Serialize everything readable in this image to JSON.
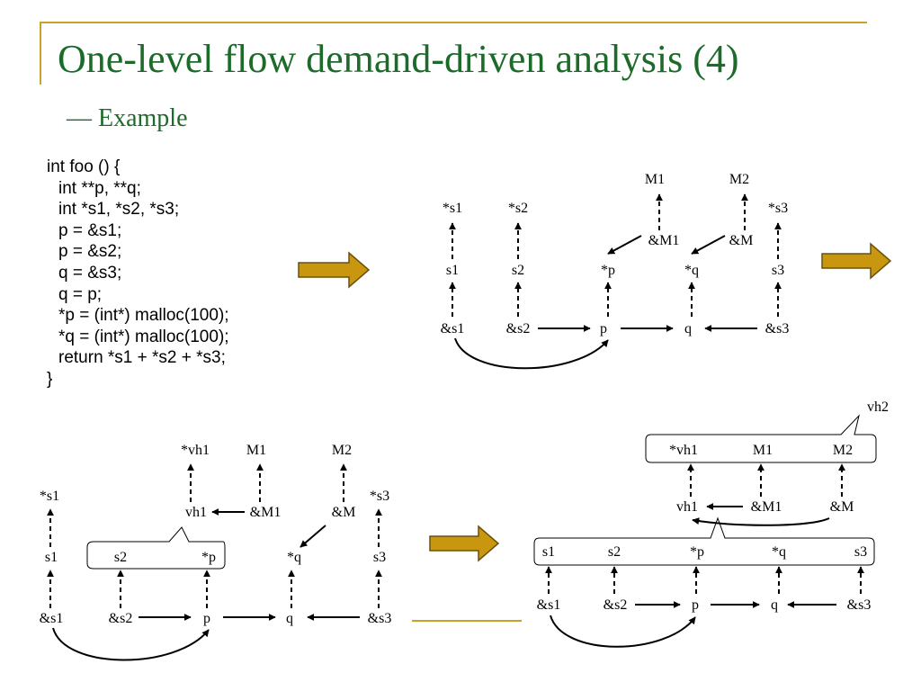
{
  "title": "One-level flow demand-driven analysis (4)",
  "subtitle": "— Example",
  "code": [
    "int foo () {",
    "int **p, **q;",
    "int *s1, *s2, *s3;",
    "p = &s1;",
    "p = &s2;",
    "q = &s3;",
    "q = p;",
    "*p = (int*) malloc(100);",
    "*q = (int*) malloc(100);",
    "return *s1 + *s2 + *s3;",
    "}"
  ],
  "colors": {
    "title": "#1d6b2a",
    "accent": "#c9a227",
    "arrow_fill": "#c9960f"
  },
  "diagram1": {
    "labels": [
      "*s1",
      "*s2",
      "M1",
      "M2",
      "*s3",
      "&M1",
      "&M",
      "s1",
      "s2",
      "*p",
      "*q",
      "s3",
      "&s1",
      "&s2",
      "p",
      "q",
      "&s3"
    ]
  },
  "diagram2": {
    "labels": [
      "*vh1",
      "M1",
      "M2",
      "*s1",
      "*s3",
      "vh1",
      "&M1",
      "&M",
      "s1",
      "s2",
      "*p",
      "*q",
      "s3",
      "&s1",
      "&s2",
      "p",
      "q",
      "&s3"
    ]
  },
  "diagram3": {
    "labels": [
      "vh2",
      "*vh1",
      "M1",
      "M2",
      "vh1",
      "&M1",
      "&M",
      "s1",
      "s2",
      "*p",
      "*q",
      "s3",
      "&s1",
      "&s2",
      "p",
      "q",
      "&s3"
    ]
  }
}
